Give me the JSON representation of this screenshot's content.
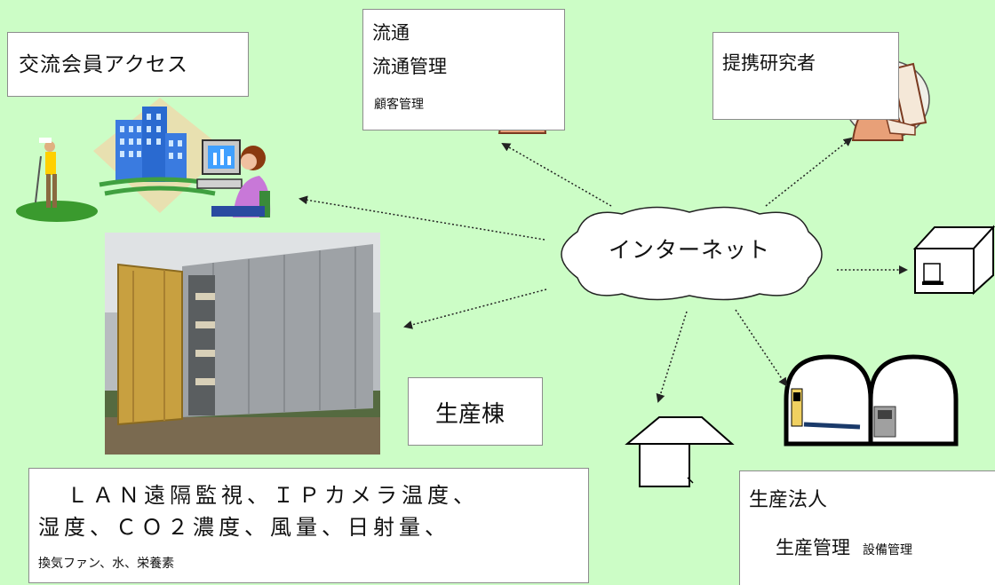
{
  "boxes": {
    "koryu": {
      "label": "交流会員アクセス"
    },
    "ryutsu": {
      "line1": "流通",
      "line2": "流通管理",
      "line3": "顧客管理"
    },
    "teikei": {
      "label": "提携研究者"
    },
    "seisanto": {
      "label": "生産棟"
    },
    "lan": {
      "line1": "ＬＡＮ遠隔監視、ＩＰカメラ温度、",
      "line2": "湿度、ＣＯ２濃度、風量、日射量、",
      "line3": "換気ファン、水、栄養素"
    },
    "hojin": {
      "line1": "生産法人",
      "line2": "生産管理",
      "line2_small": "設備管理"
    }
  },
  "hub": {
    "label": "インターネット"
  },
  "colors": {
    "background": "#ccfdc6",
    "box_border": "#8c8c8c",
    "arrow": "#222222"
  },
  "icons": [
    "golfer-icon",
    "office-buildings-icon",
    "woman-at-computer-icon",
    "businessman-at-computer-icon",
    "shipping-container-photo",
    "server-box-icon",
    "house-icon",
    "greenhouse-icon"
  ]
}
